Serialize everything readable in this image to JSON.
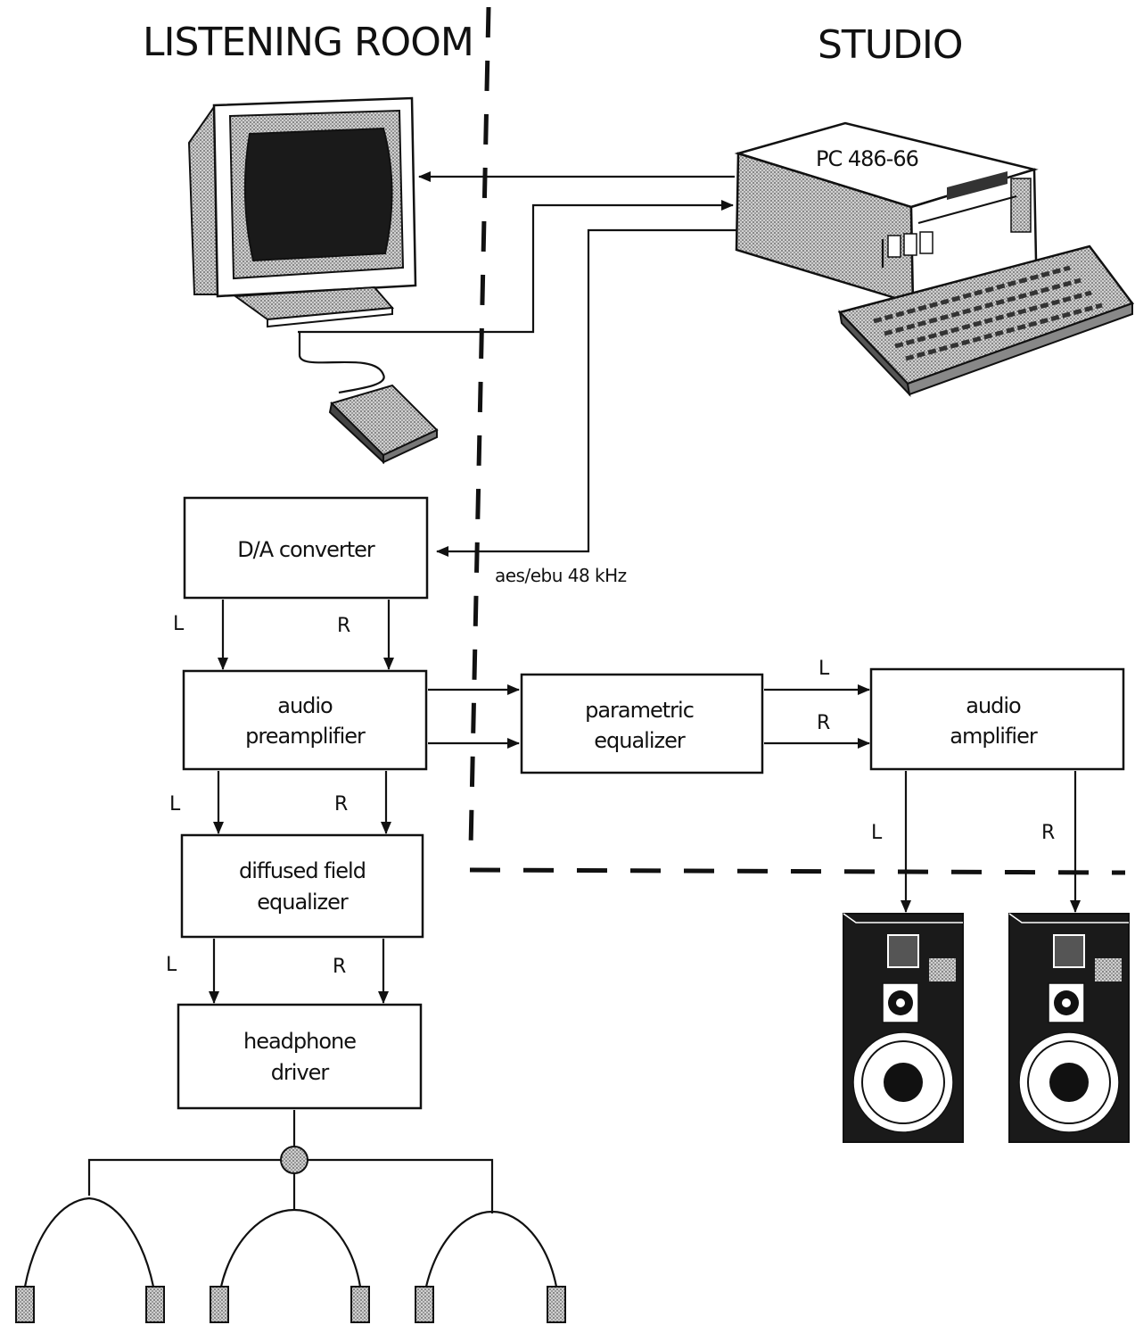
{
  "regions": {
    "left": "LISTENING ROOM",
    "right": "STUDIO"
  },
  "computer": {
    "label": "PC 486-66"
  },
  "signal": {
    "label": "aes/ebu 48 kHz"
  },
  "blocks": {
    "da_converter": [
      "D/A converter"
    ],
    "audio_preamplifier": [
      "audio",
      "preamplifier"
    ],
    "parametric_equalizer": [
      "parametric",
      "equalizer"
    ],
    "audio_amplifier": [
      "audio",
      "amplifier"
    ],
    "diffused_field_equalizer": [
      "diffused field",
      "equalizer"
    ],
    "headphone_driver": [
      "headphone",
      "driver"
    ]
  },
  "channels": {
    "left": "L",
    "right": "R"
  },
  "colors": {
    "ink": "#111111",
    "screen": "#1a1a1a",
    "shade": "#9a9a9a",
    "paper": "#ffffff"
  }
}
